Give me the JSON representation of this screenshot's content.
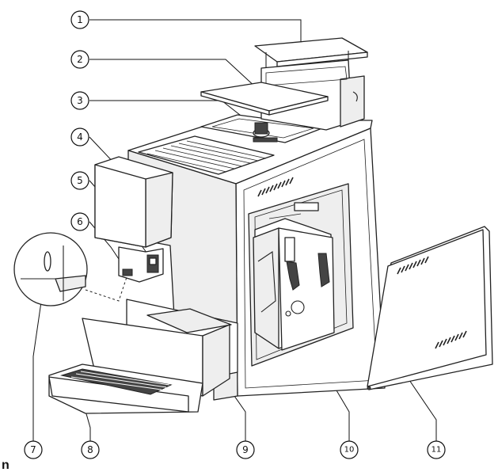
{
  "callouts": [
    {
      "id": "1",
      "label": "①"
    },
    {
      "id": "2",
      "label": "②"
    },
    {
      "id": "3",
      "label": "③"
    },
    {
      "id": "4",
      "label": "④"
    },
    {
      "id": "5",
      "label": "⑤"
    },
    {
      "id": "6",
      "label": "⑥"
    },
    {
      "id": "7",
      "label": "⑦"
    },
    {
      "id": "8",
      "label": "⑧"
    },
    {
      "id": "9",
      "label": "⑨"
    },
    {
      "id": "10",
      "label": "⑩"
    },
    {
      "id": "11",
      "label": "⑪"
    }
  ],
  "corner_text": "n"
}
